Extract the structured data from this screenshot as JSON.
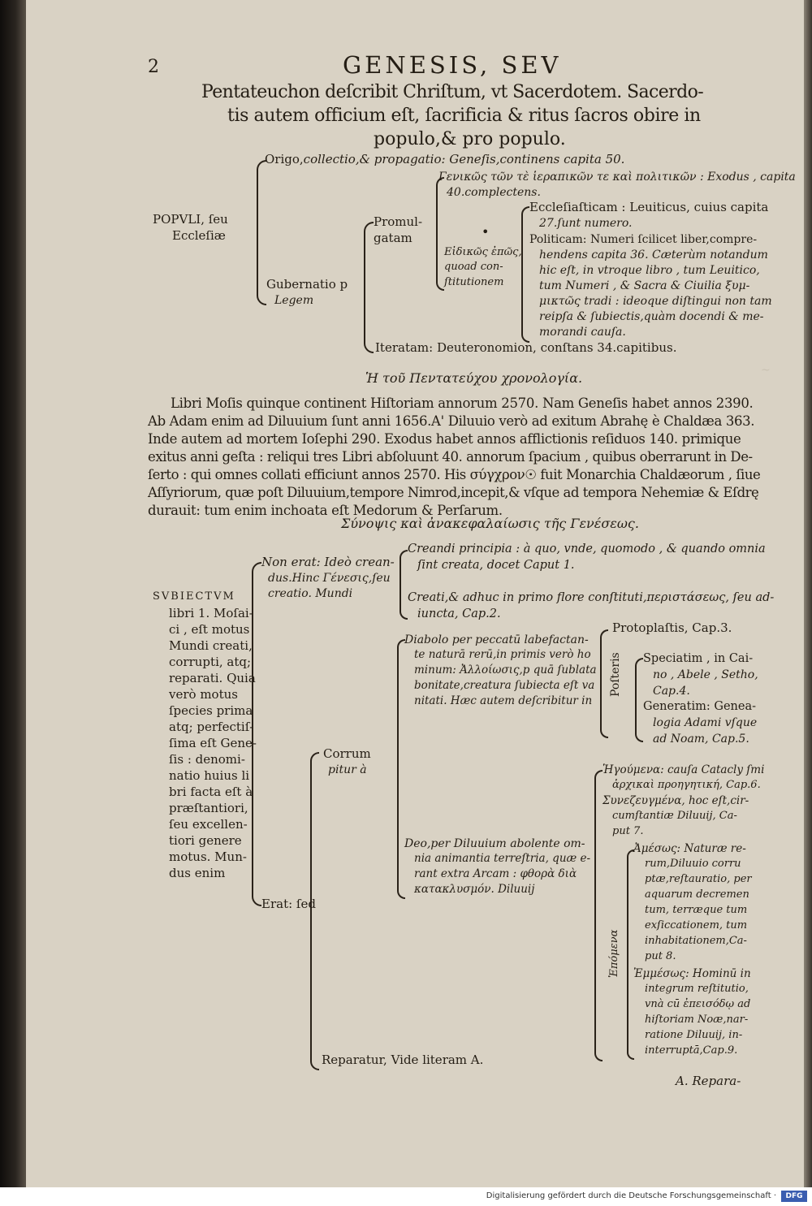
{
  "page": {
    "number": "2",
    "running_head": "GENESIS, SEV"
  },
  "heading": {
    "line1": "Pentateuchon deſcribit Chriſtum, vt Sacerdotem. Sacerdo-",
    "line2": "tis autem officium eſt, ſacrificia & ritus ſacros obire in",
    "line3": "populo,& pro populo."
  },
  "table1": {
    "root": [
      "POPVLI, ſeu",
      "Eccleſiæ"
    ],
    "origo": {
      "label": "Origo,",
      "text": "collectio,& propagatio: Geneſis,continens capita 50."
    },
    "gubernatio": [
      "Gubernatio p",
      "Legem"
    ],
    "promulgatam": [
      "Promul-",
      "gatam"
    ],
    "generaliter": {
      "line1": "Γενικῶς τῶν τὲ ἱεραπικῶν τε καὶ πολιτικῶν : Exodus , capita",
      "line2": "40.complectens."
    },
    "eidikos": [
      "Εἰδικῶς ἐπῶς,",
      "quoad con-",
      "ſtitutionem"
    ],
    "dot": "•",
    "ecclesiasticam": {
      "line1": "Eccleſiaſticam : Leuiticus, cuius capita",
      "line2": "27.ſunt numero."
    },
    "politicam": {
      "line1": "Politicam: Numeri ſcilicet liber,compre-",
      "line2": "hendens capita 36. Cæterùm notandum",
      "line3": "hic eſt, in vtroque libro , tum Leuitico,",
      "line4": "tum Numeri , & Sacra & Ciuilia ξυμ-",
      "line5": "μικτῶς tradi : ideoque diſtingui non tam",
      "line6": "reipſa & ſubiectis,quàm docendi & me-",
      "line7": "morandi cauſa."
    },
    "iteratam": "Iteratam: Deuteronomion, conſtans 34.capitibus."
  },
  "chronology": {
    "title": "Ἡ τοῦ Πεντατεύχου χρονολογία.",
    "lines": [
      "Libri Moſis quinque continent Hiſtoriam annorum 2570. Nam Geneſis habet annos 2390.",
      "Ab Adam enim ad Diluuium ſunt anni 1656.A' Diluuio verò ad exitum Abrahę è Chaldæa 363.",
      "Inde autem ad mortem Ioſephi 290. Exodus habet annos afflictionis reſiduos 140. primique",
      "exitus anni geſta : reliqui tres Libri abſoluunt 40. annorum ſpacium , quibus oberrarunt in De-",
      "ſerto : qui omnes collati efficiunt annos 2570. His σύγχρον☉ fuit Monarchia Chaldæorum , ſiue",
      "Aſſyriorum, quæ poſt Diluuium,tempore Nimrod,incepit,& vſque ad tempora Nehemiæ & Eſdrę",
      "durauit: tum enim inchoata eſt Medorum & Perſarum."
    ]
  },
  "synopsis": {
    "title": "Σύνοψις καὶ ἀνακεφαλαίωσις τῆς Γενέσεως.",
    "subject": [
      "SVBIECTVM",
      "libri 1. Moſai-",
      "ci , eſt motus",
      "Mundi creati,",
      "corrupti, atq;",
      "reparati. Quia",
      "verò motus",
      "ſpecies prima",
      "atq; perfectiſ-",
      "ſima eſt Gene-",
      "ſis : denomi-",
      "natio huius li",
      "bri facta eſt à",
      "præſtantiori,",
      "ſeu excellen-",
      "tiori genere",
      "motus. Mun-",
      "dus enim"
    ],
    "non_erat": [
      "Non erat: Ideò crean-",
      "dus.Hinc Γένεσις,ſeu",
      "creatio. Mundi"
    ],
    "creandi": [
      "Creandi principia : à quo, vnde, quomodo , & quando omnia",
      "ſint creata, docet Caput 1."
    ],
    "creati": [
      "Creati,& adhuc in primo flore conſtituti,περιστάσεως, ſeu ad-",
      "iuncta, Cap.2."
    ],
    "erat": "Erat: ſed",
    "corrumpitur": [
      "Corrum",
      "pitur à"
    ],
    "diabolo": [
      "Diabolo per peccatū labefactan-",
      "te naturā rerū,in primis verò ho",
      "minum: Ἀλλοίωσις,p quā ſublata",
      "bonitate,creatura ſubiecta eſt va",
      "nitati. Hæc autem deſcribitur in"
    ],
    "protoplastis": "Protoplaſtis, Cap.3.",
    "posteris": "Poſteris",
    "speciatim": [
      "Speciatim , in Cai-",
      "no , Abele , Setho,",
      "Cap.4."
    ],
    "generatim": [
      "Generatim: Genea-",
      "logia Adami vſque",
      "ad Noam, Cap.5."
    ],
    "deo": [
      "Deo,per Diluuium abolente om-",
      "nia animantia terreſtria, quæ e-",
      "rant extra Arcam : φθορὰ διὰ",
      "κατακλυσμόν. Diluuij"
    ],
    "hegemena": [
      "Ἡγούμενα: cauſa Catacly ſmi",
      "ἀρχικαὶ προηγητική, Cap.6."
    ],
    "synezeugmena": [
      "Συνεζευγμένα, hoc eſt,cir-",
      "cumſtantiæ Diluuij, Ca-",
      "put 7."
    ],
    "epomena": "Ἑπόμενα",
    "amesos": [
      "Ἀμέσως: Naturæ re-",
      "rum,Diluuio corru",
      "ptæ,reſtauratio, per",
      "aquarum decremen",
      "tum, terræque tum",
      "exſiccationem, tum",
      "inhabitationem,Ca-",
      "put 8."
    ],
    "emmesos": [
      "Ἐμμέσως: Hominū in",
      "integrum reſtitutio,",
      "vnà cū ἐπεισόδῳ ad",
      "hiſtoriam Noæ,nar-",
      "ratione Diluuij, in-",
      "interruptā,Cap.9."
    ],
    "reparatur": "Reparatur, Vide literam A."
  },
  "catchword": "A. Repara-",
  "footer": {
    "text": "Digitalisierung gefördert durch die Deutsche Forschungsgemeinschaft ·",
    "logo": "DFG"
  }
}
